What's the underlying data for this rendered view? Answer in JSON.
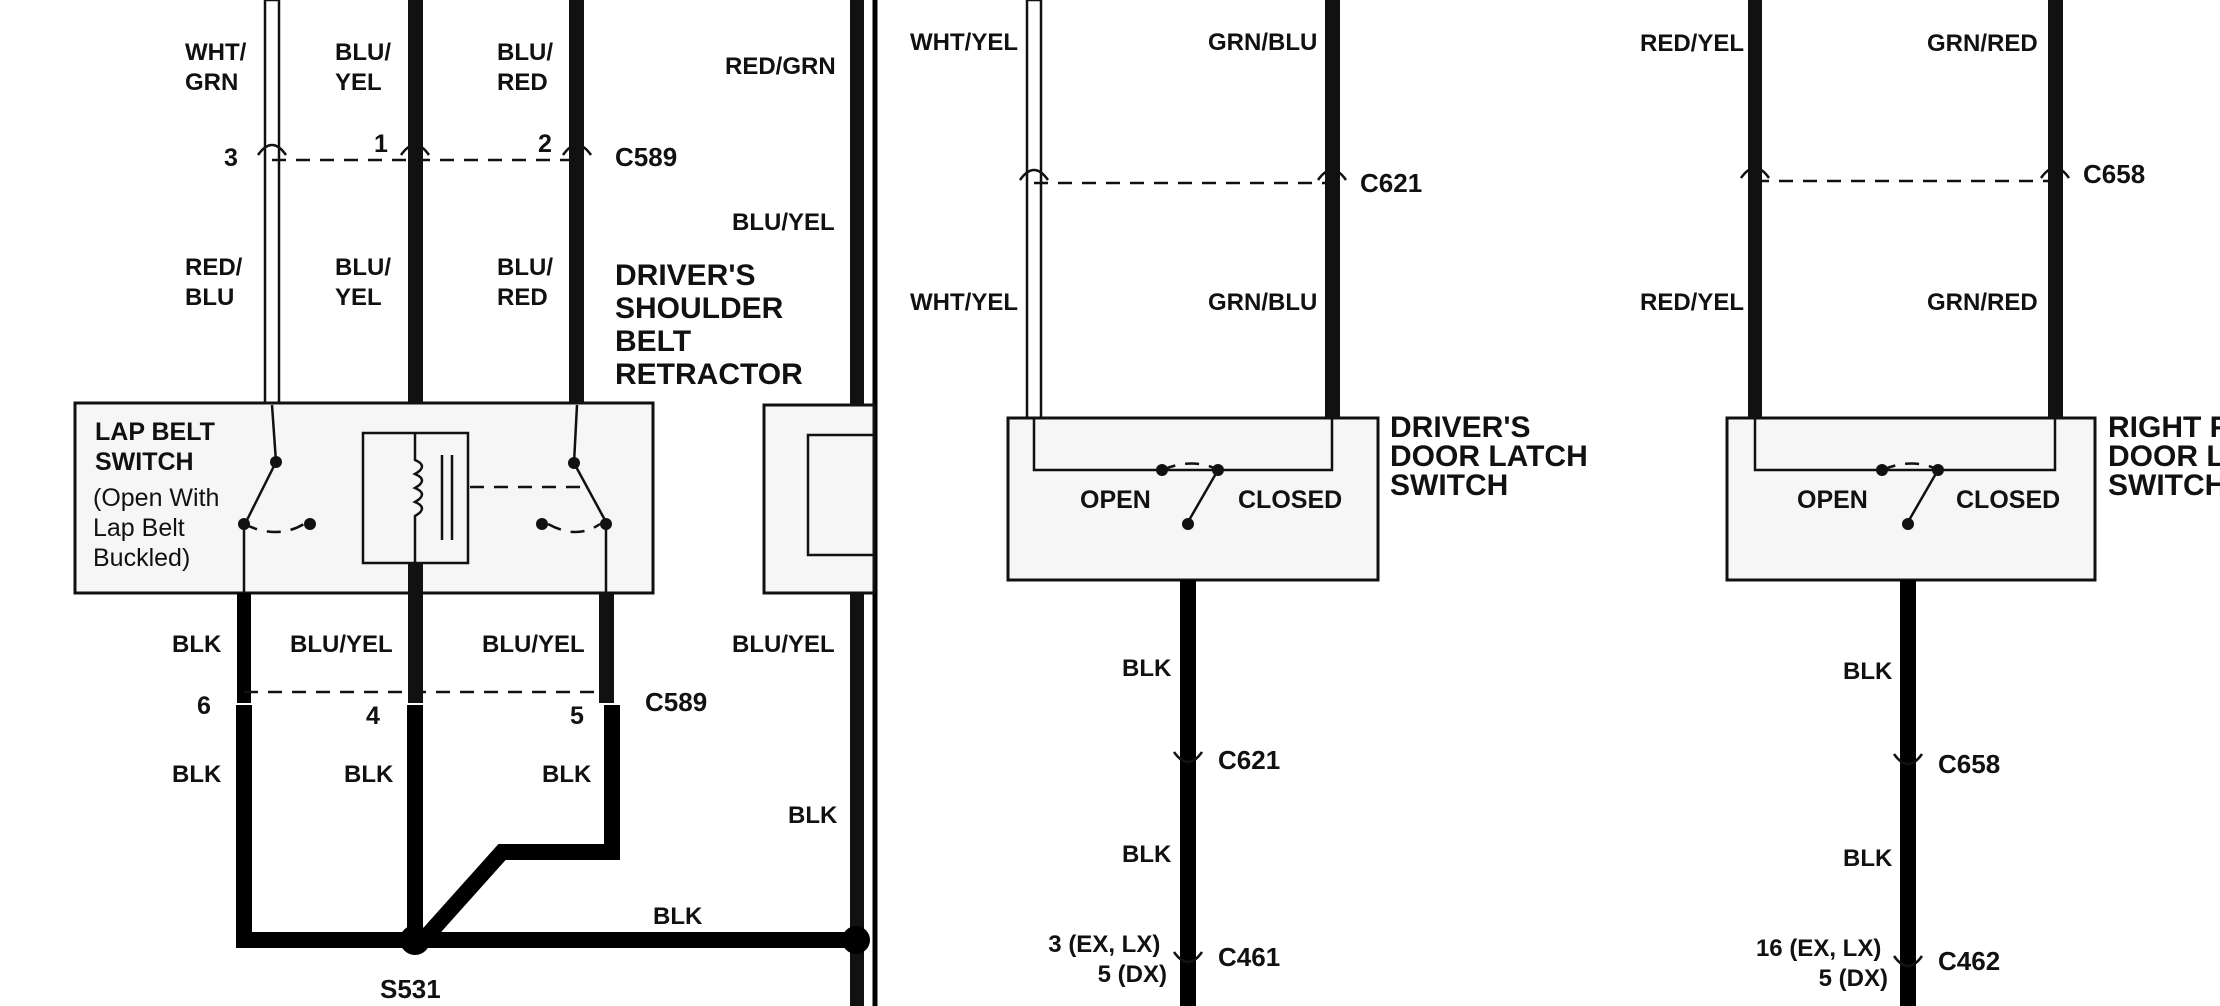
{
  "panel1": {
    "wires_top": [
      "WHT/\nGRN",
      "BLU/\nYEL",
      "BLU/\nRED"
    ],
    "wire_top_right": "RED/GRN",
    "pins_top": [
      "3",
      "1",
      "2"
    ],
    "connector_top": "C589",
    "wire_mid_right": "BLU/YEL",
    "wires_mid": [
      "RED/\nBLU",
      "BLU/\nYEL",
      "BLU/\nRED"
    ],
    "retractor_title": [
      "DRIVER'S",
      "SHOULDER",
      "BELT",
      "RETRACTOR"
    ],
    "lap_belt_title": [
      "LAP BELT",
      "SWITCH"
    ],
    "lap_belt_note": [
      "(Open With",
      "Lap Belt",
      "Buckled)"
    ],
    "wires_low": [
      "BLK",
      "BLU/YEL",
      "BLU/YEL",
      "BLU/YEL"
    ],
    "pins_low": [
      "6",
      "4",
      "5"
    ],
    "connector_low": "C589",
    "wires_bottom": [
      "BLK",
      "BLK",
      "BLK",
      "BLK"
    ],
    "ground_wire": "BLK",
    "splice": "S531"
  },
  "panel2": {
    "wires_top": [
      "WHT/YEL",
      "GRN/BLU"
    ],
    "connector_top": "C621",
    "wires_mid": [
      "WHT/YEL",
      "GRN/BLU"
    ],
    "switch_title": [
      "DRIVER'S",
      "DOOR LATCH",
      "SWITCH"
    ],
    "open_label": "OPEN",
    "closed_label": "CLOSED",
    "wire_below": "BLK",
    "connector_c1": "C621",
    "wire_below2": "BLK",
    "pin_note": [
      "3 (EX, LX)",
      "5 (DX)"
    ],
    "connector_c2": "C461"
  },
  "panel3": {
    "wires_top": [
      "RED/YEL",
      "GRN/RED"
    ],
    "connector_top": "C658",
    "wires_mid": [
      "RED/YEL",
      "GRN/RED"
    ],
    "switch_title": [
      "RIGHT F",
      "DOOR L",
      "SWITCH"
    ],
    "open_label": "OPEN",
    "closed_label": "CLOSED",
    "wire_below": "BLK",
    "connector_c1": "C658",
    "wire_below2": "BLK",
    "pin_note": [
      "16 (EX, LX)",
      "5 (DX)"
    ],
    "connector_c2": "C462"
  }
}
